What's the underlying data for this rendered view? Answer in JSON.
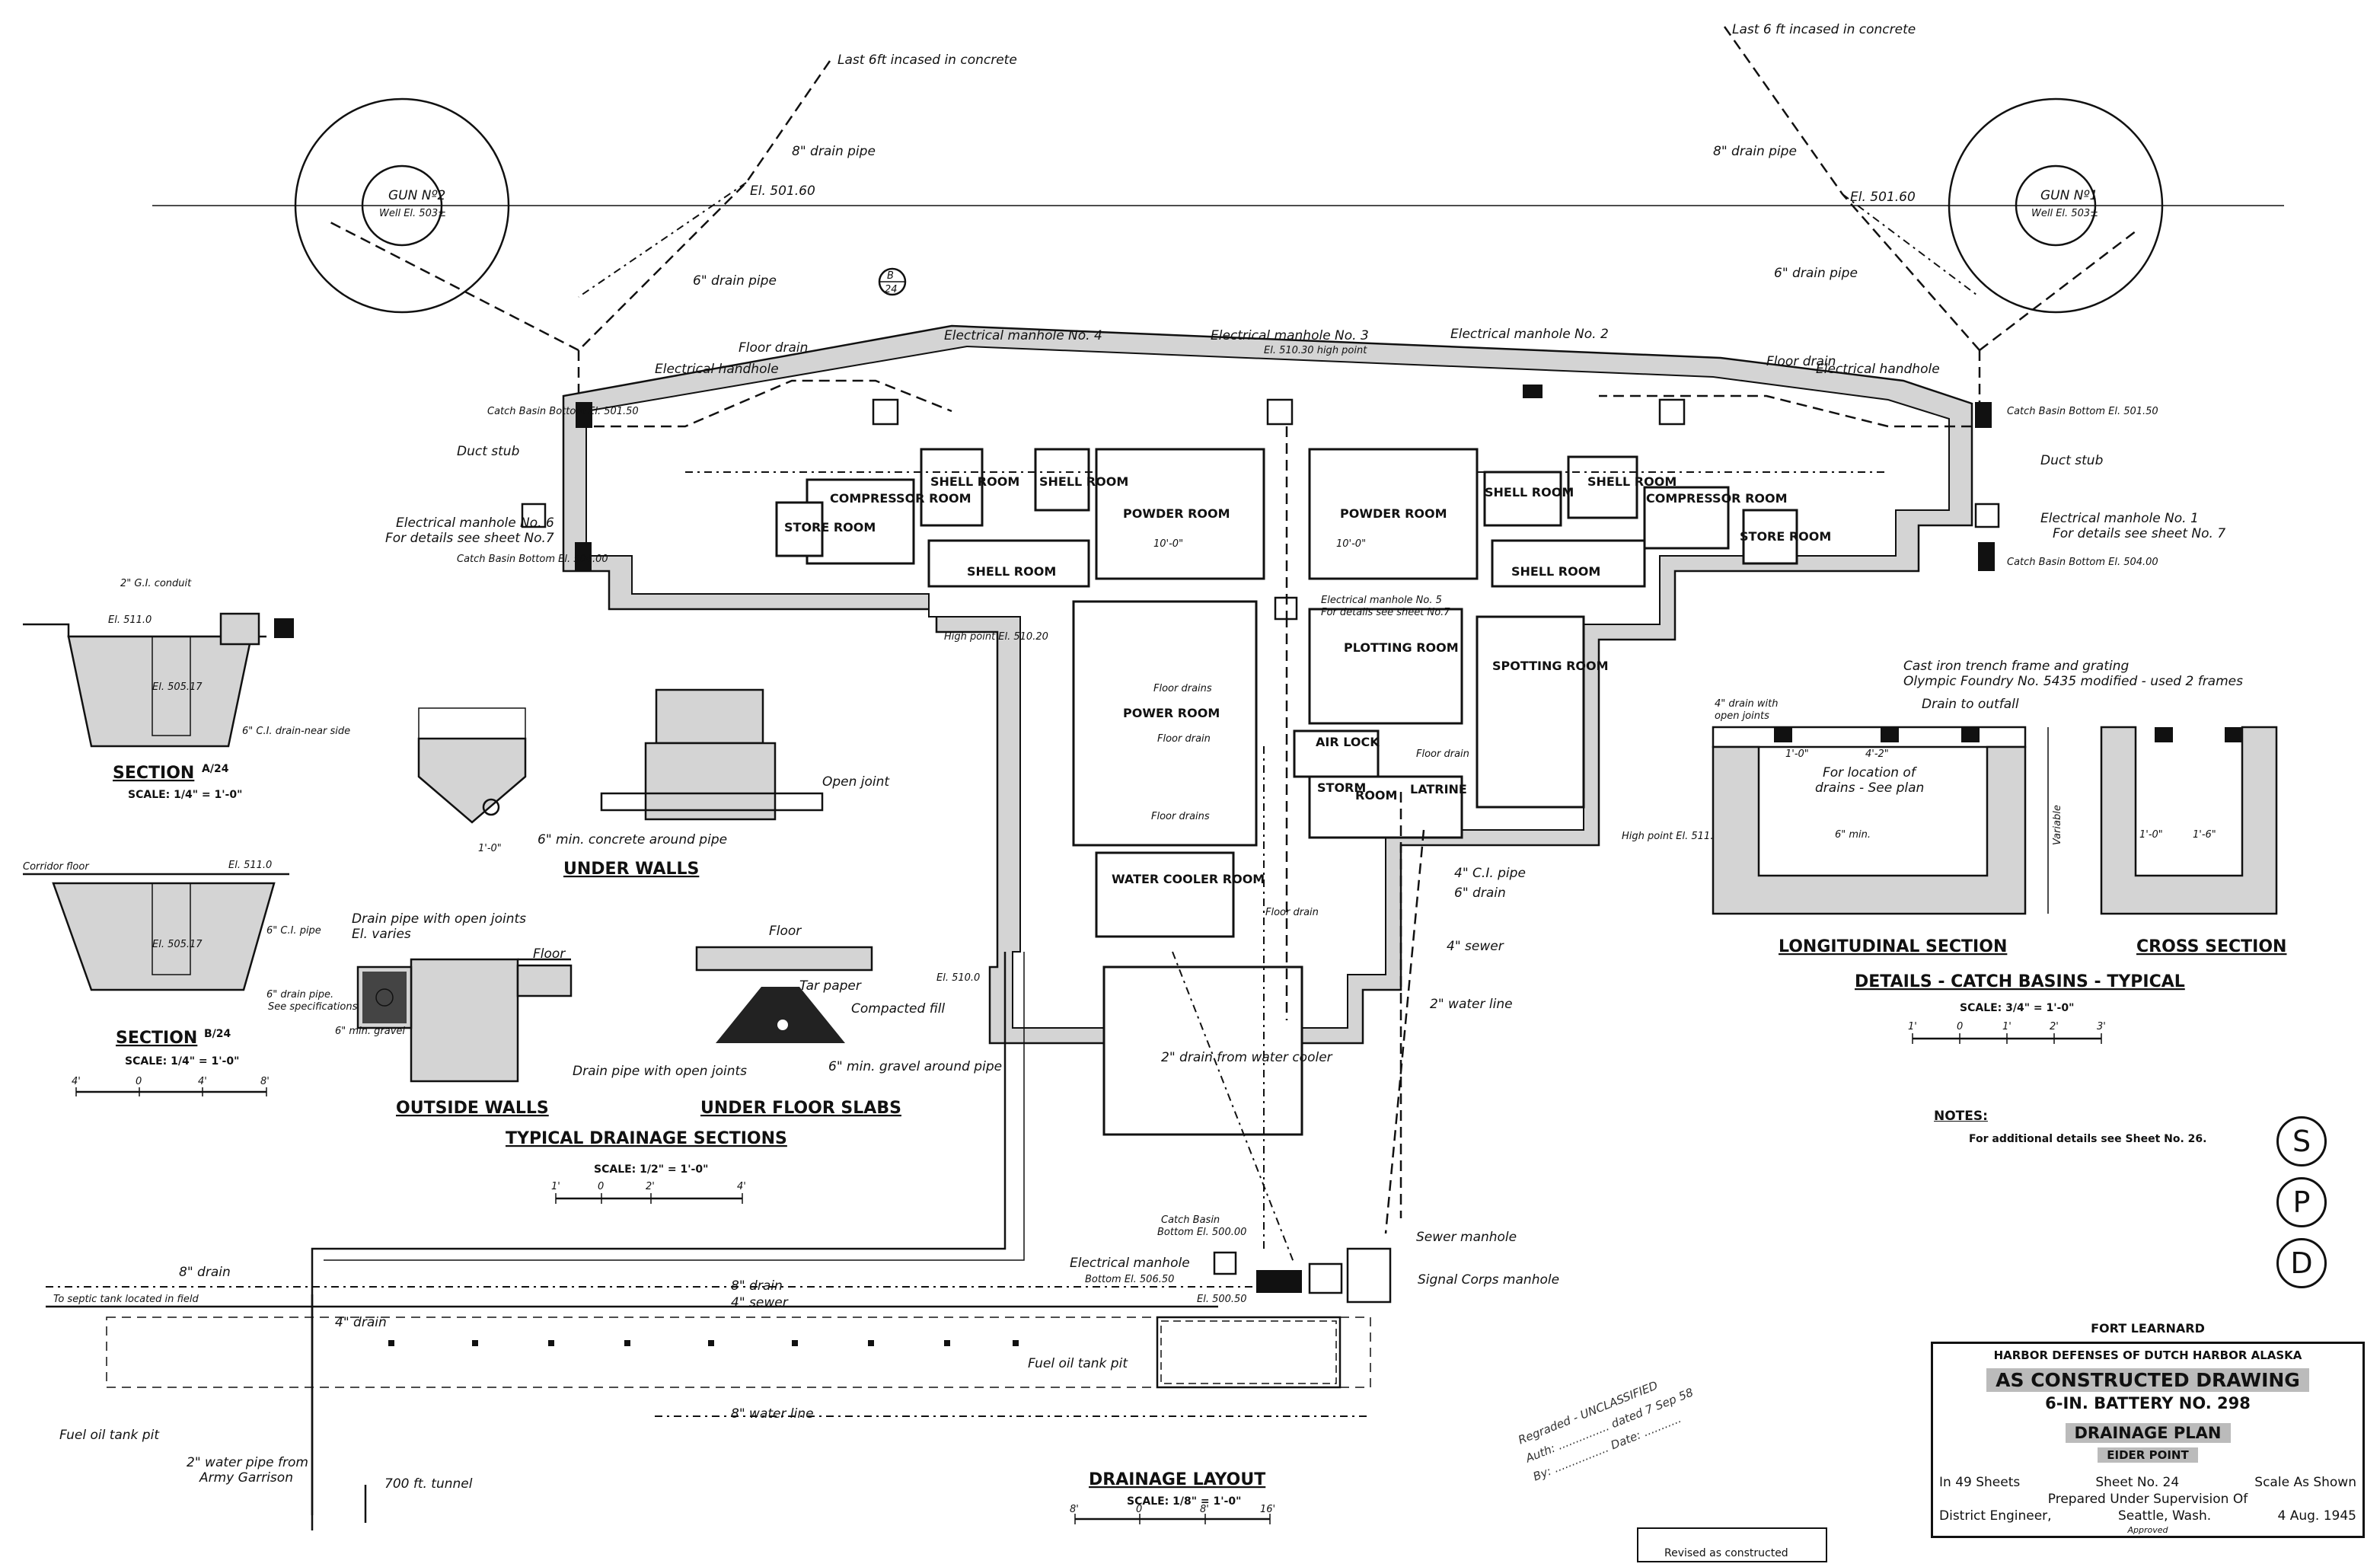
{
  "guns": [
    {
      "name": "GUN Nº2",
      "well": "Well El. 503±"
    },
    {
      "name": "GUN Nº1",
      "well": "Well El. 503±"
    }
  ],
  "top_labels": {
    "last_6ft_left": "Last 6ft incased in concrete",
    "last_6ft_right": "Last 6 ft incased in concrete",
    "drain_8_left": "8\" drain pipe",
    "drain_8_right": "8\" drain pipe",
    "el_left": "El. 501.60",
    "el_right": "El. 501.60",
    "drain_6_left": "6\" drain pipe",
    "drain_6_right": "6\" drain pipe",
    "manhole_4": "Electrical manhole No. 4",
    "manhole_3": "Electrical manhole No. 3",
    "manhole_2": "Electrical manhole No. 2",
    "high_point": "El. 510.30 high point",
    "floor_drain_l": "Floor drain",
    "floor_drain_r": "Floor drain",
    "handhole_l": "Electrical handhole",
    "handhole_r": "Electrical handhole",
    "duct_stub_l": "Duct stub",
    "duct_stub_r": "Duct stub",
    "catch_basin_l": "Catch Basin Bottom El. 501.50",
    "catch_basin_r": "Catch Basin Bottom El. 501.50",
    "manhole_6": "Electrical manhole No. 6",
    "manhole_6b": "For details see sheet No.7",
    "manhole_1": "Electrical manhole No. 1",
    "manhole_1b": "For details see sheet No. 7",
    "catch_basin_l2": "Catch Basin Bottom El. 504.00",
    "catch_basin_r2": "Catch Basin Bottom El. 504.00",
    "manhole_5": "Electrical manhole No. 5",
    "manhole_5b": "For details see sheet No.7",
    "drain_arrow": "24",
    "drain_arrow_num": "B"
  },
  "rooms": {
    "store_l": "STORE ROOM",
    "compressor_l": "COMPRESSOR ROOM",
    "shell_l": "SHELL ROOM",
    "shell_l2": "SHELL ROOM",
    "shell_l3": "SHELL ROOM",
    "powder_l": "POWDER ROOM",
    "powder_r": "POWDER ROOM",
    "shell_r": "SHELL ROOM",
    "shell_r2": "SHELL ROOM",
    "shell_r3": "SHELL ROOM",
    "compressor_r": "COMPRESSOR ROOM",
    "store_r": "STORE ROOM",
    "plotting": "PLOTTING ROOM",
    "spotting": "SPOTTING ROOM",
    "power": "POWER ROOM",
    "air_lock": "AIR LOCK",
    "latrine": "LATRINE",
    "water_cooler": "WATER COOLER ROOM",
    "storm": "STORM",
    "room": "ROOM",
    "dim_10": "10'-0\"",
    "dim_10b": "10'-0\""
  },
  "center_labels": {
    "floor_drains": "Floor drains",
    "floor_drain_a": "Floor drain",
    "floor_drain_b": "Floor drain",
    "floor_drains2": "Floor drains",
    "floor_drain_c": "Floor drain",
    "high_point_l": "High point El. 510.20",
    "high_point_r": "High point El. 511.20",
    "ci_pipe": "4\" C.I. pipe",
    "drain_6": "6\" drain",
    "sewer_4": "4\" sewer",
    "water_2": "2\" water line",
    "drain_water_cooler": "2\" drain from water cooler",
    "el_510": "El. 510.0"
  },
  "layout_labels": {
    "drain_8": "8\" drain",
    "septic": "To septic tank located in field",
    "drain_4": "4\" drain",
    "drain_8b": "8\" drain",
    "sewer_4": "4\" sewer",
    "water_8": "8\" water line",
    "fuel_tank_1": "Fuel oil tank pit",
    "fuel_tank_2": "Fuel oil tank pit",
    "water_pipe_2": "2\" water pipe from",
    "water_pipe_2b": "Army Garrison",
    "tunnel": "700 ft. tunnel",
    "catch_basin": "Catch Basin",
    "catch_basin_b": "Bottom El. 500.00",
    "manhole": "Electrical manhole",
    "manhole_b": "Bottom El. 506.50",
    "el_500": "El. 500.50",
    "sewer_manhole": "Sewer manhole",
    "signal_corps": "Signal Corps manhole",
    "title": "DRAINAGE LAYOUT",
    "scale": "SCALE: 1/8\" = 1'-0\"",
    "ticks": [
      "8'",
      "0",
      "8'",
      "16'"
    ]
  },
  "sections": {
    "sec1_title": "SECTION",
    "sec1_ref": "A/24",
    "sec1_scale": "SCALE: 1/4\" = 1'-0\"",
    "sec1_conduit": "2\" G.I. conduit",
    "sec1_el": "El. 511.0",
    "sec1_el2": "El. 505.17",
    "sec1_drain": "6\" C.I. drain-near side",
    "sec2_title": "SECTION",
    "sec2_ref": "B/24",
    "sec2_scale": "SCALE: 1/4\" = 1'-0\"",
    "sec2_corridor": "Corridor floor",
    "sec2_el": "El. 511.0",
    "sec2_el2": "El. 505.17",
    "sec2_ci": "6\" C.I. pipe",
    "sec2_drain": "6\" drain pipe.",
    "sec2_see": "See specifications.",
    "sec2_ticks": [
      "4'",
      "0",
      "4'",
      "8'"
    ]
  },
  "typical": {
    "under_walls": "UNDER WALLS",
    "open_joint": "Open joint",
    "min_concrete": "6\" min. concrete around pipe",
    "dim": "1'-0\"",
    "outside_walls": "OUTSIDE WALLS",
    "drain_open": "Drain pipe with open joints",
    "el_varies": "El. varies",
    "floor": "Floor",
    "min_gravel": "6\" min. gravel",
    "under_floor": "UNDER FLOOR SLABS",
    "floor2": "Floor",
    "tar_paper": "Tar paper",
    "compacted": "Compacted fill",
    "drain_open2": "Drain pipe with open joints",
    "gravel_around": "6\" min. gravel around pipe",
    "title": "TYPICAL DRAINAGE SECTIONS",
    "scale": "SCALE: 1/2\" = 1'-0\"",
    "ticks": [
      "1'",
      "0",
      "2'",
      "4'"
    ]
  },
  "catch_basins": {
    "frame_note": "Cast iron trench frame and grating",
    "frame_note2": "Olympic Foundry No. 5435 modified - used 2 frames",
    "drain_4": "4\" drain with",
    "drain_4b": "open joints",
    "to_outfall": "Drain to outfall",
    "location": "For location of",
    "location2": "drains - See plan",
    "variable": "Variable",
    "dim_1": "1'-0\"",
    "dim_42": "4'-2\"",
    "dim_10": "1'-0\"",
    "dim_16": "1'-6\"",
    "min": "6\" min.",
    "longitudinal": "LONGITUDINAL SECTION",
    "cross": "CROSS SECTION",
    "title": "DETAILS - CATCH BASINS - TYPICAL",
    "scale": "SCALE: 3/4\" = 1'-0\"",
    "ticks": [
      "1'",
      "0",
      "1'",
      "2'",
      "3'"
    ]
  },
  "notes": {
    "heading": "NOTES:",
    "body": "For additional details see Sheet No. 26."
  },
  "spd": [
    "S",
    "P",
    "D"
  ],
  "title_block": {
    "fort": "FORT LEARNARD",
    "harbor": "HARBOR DEFENSES OF DUTCH HARBOR ALASKA",
    "as_constructed": "AS CONSTRUCTED DRAWING",
    "battery": "6-IN. BATTERY NO. 298",
    "plan": "DRAINAGE PLAN",
    "point": "EIDER POINT",
    "sheets": "In 49 Sheets",
    "sheet_no": "Sheet No. 24",
    "scale": "Scale As Shown",
    "prepared": "Prepared Under Supervision Of",
    "engineer": "District Engineer,",
    "city": "Seattle, Wash.",
    "date": "4 Aug. 1945",
    "approved": "Approved"
  },
  "stamp": {
    "line1": "Regraded - UNCLASSIFIED",
    "line2": "Auth: ............... dated 7 Sep 58",
    "line3": "By: ................ Date: ..........."
  },
  "revised": "Revised as constructed"
}
